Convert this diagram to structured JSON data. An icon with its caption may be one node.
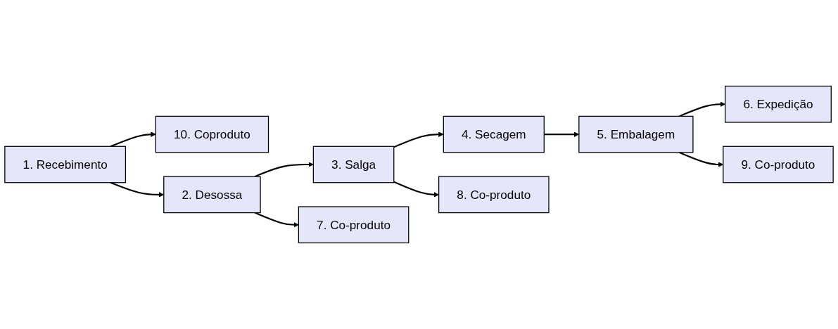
{
  "diagram": {
    "nodes": [
      {
        "text": [
          "1. Recebimento"
        ]
      },
      {
        "text": [
          "10. Coproduto"
        ]
      },
      {
        "text": [
          "2. Desossa"
        ]
      },
      {
        "text": [
          "3. Salga"
        ]
      },
      {
        "text": [
          "4. Secagem"
        ]
      },
      {
        "text": [
          "5. Embalagem"
        ]
      },
      {
        "text": [
          "6. Expedição"
        ]
      },
      {
        "text": [
          "7. Co-produto"
        ]
      },
      {
        "text": [
          "8. Co-produto"
        ]
      },
      {
        "text": [
          "9. Co-produto"
        ]
      }
    ],
    "edges": [
      {
        "from": 0,
        "to": 1,
        "arrow": "to"
      },
      {
        "from": 0,
        "to": 2,
        "arrow": "to"
      },
      {
        "from": 2,
        "to": 3,
        "arrow": "to"
      },
      {
        "from": 3,
        "to": 4,
        "arrow": "to"
      },
      {
        "from": 4,
        "to": 5,
        "arrow": "to"
      },
      {
        "from": 5,
        "to": 6,
        "arrow": "to"
      },
      {
        "from": 2,
        "to": 7,
        "arrow": "to"
      },
      {
        "from": 3,
        "to": 8,
        "arrow": "to"
      },
      {
        "from": 5,
        "to": 9,
        "arrow": "to"
      }
    ]
  }
}
